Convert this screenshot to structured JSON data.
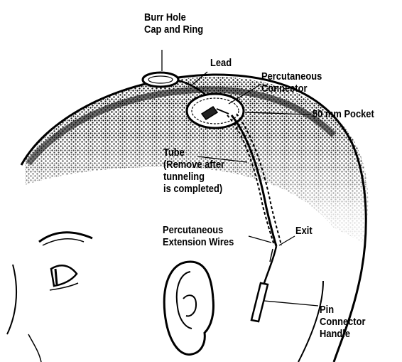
{
  "figure": {
    "labels": {
      "burr_hole": [
        "Burr Hole",
        "Cap and Ring"
      ],
      "lead": [
        "Lead"
      ],
      "percutaneous_connector": [
        "Percutaneous",
        "Connector"
      ],
      "pocket": [
        "50 mm Pocket"
      ],
      "tube": [
        "Tube",
        "(Remove after",
        "tunneling",
        "is completed)"
      ],
      "extension_wires": [
        "Percutaneous",
        "Extension Wires"
      ],
      "exit": [
        "Exit"
      ],
      "pin_connector": [
        "Pin",
        "Connector",
        "Handle"
      ]
    },
    "colors": {
      "ink": "#000000",
      "background": "#ffffff"
    }
  }
}
